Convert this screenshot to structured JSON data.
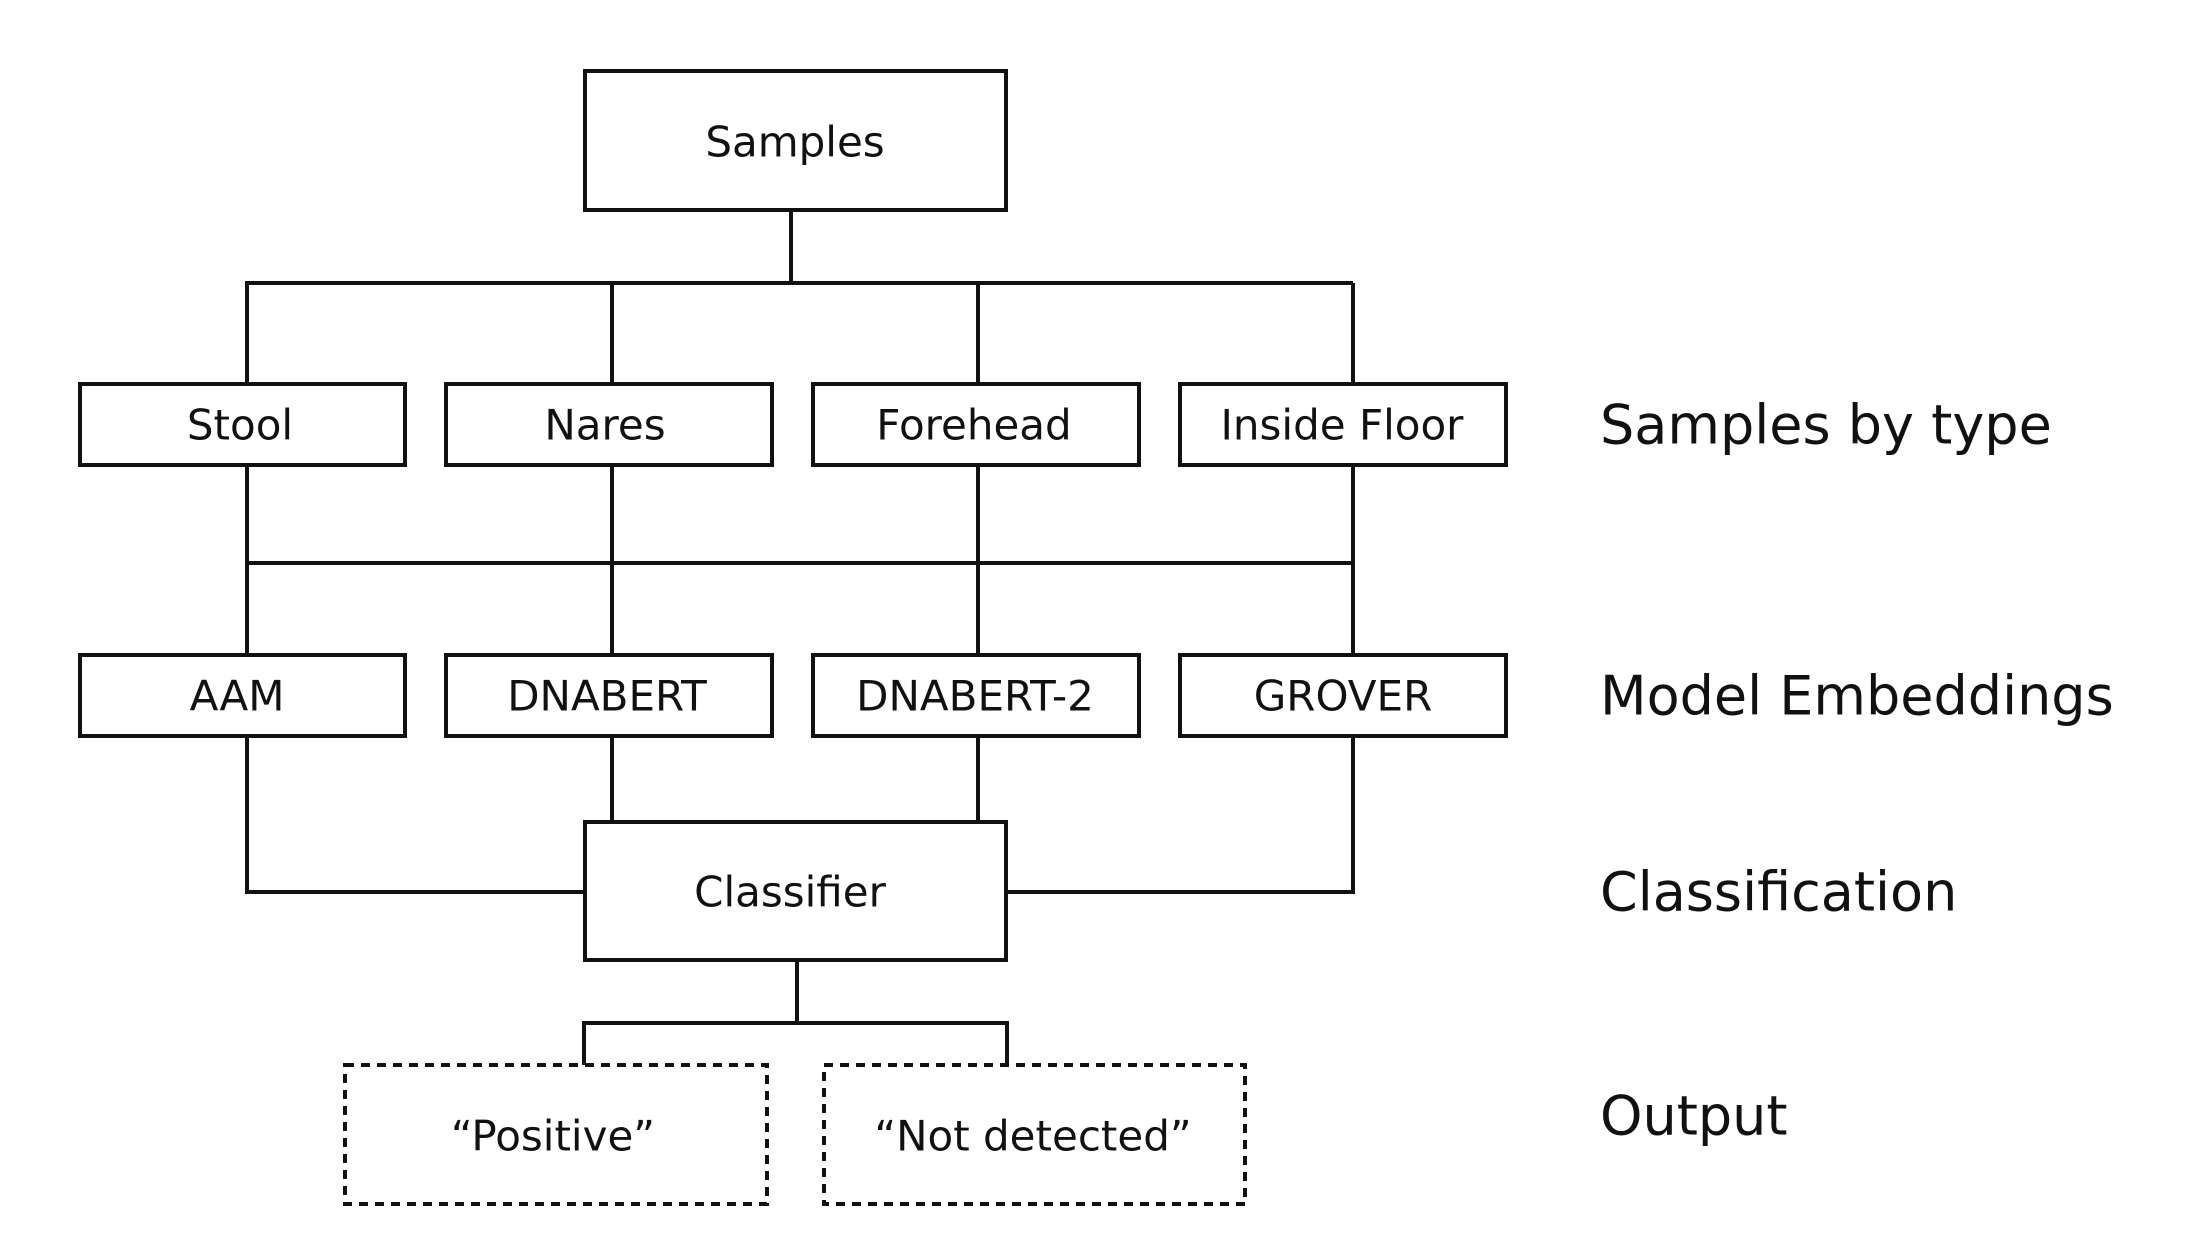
{
  "nodes": {
    "samples": "Samples",
    "sample_types": [
      "Stool",
      "Nares",
      "Forehead",
      "Inside Floor"
    ],
    "models": [
      "AAM",
      "DNABERT",
      "DNABERT-2",
      "GROVER"
    ],
    "classifier": "Classifier",
    "outputs": [
      "“Positive”",
      "“Not detected”"
    ]
  },
  "stages": [
    "Samples by type",
    "Model Embeddings",
    "Classification",
    "Output"
  ],
  "colors": {
    "line": "#111111",
    "background": "#ffffff"
  }
}
